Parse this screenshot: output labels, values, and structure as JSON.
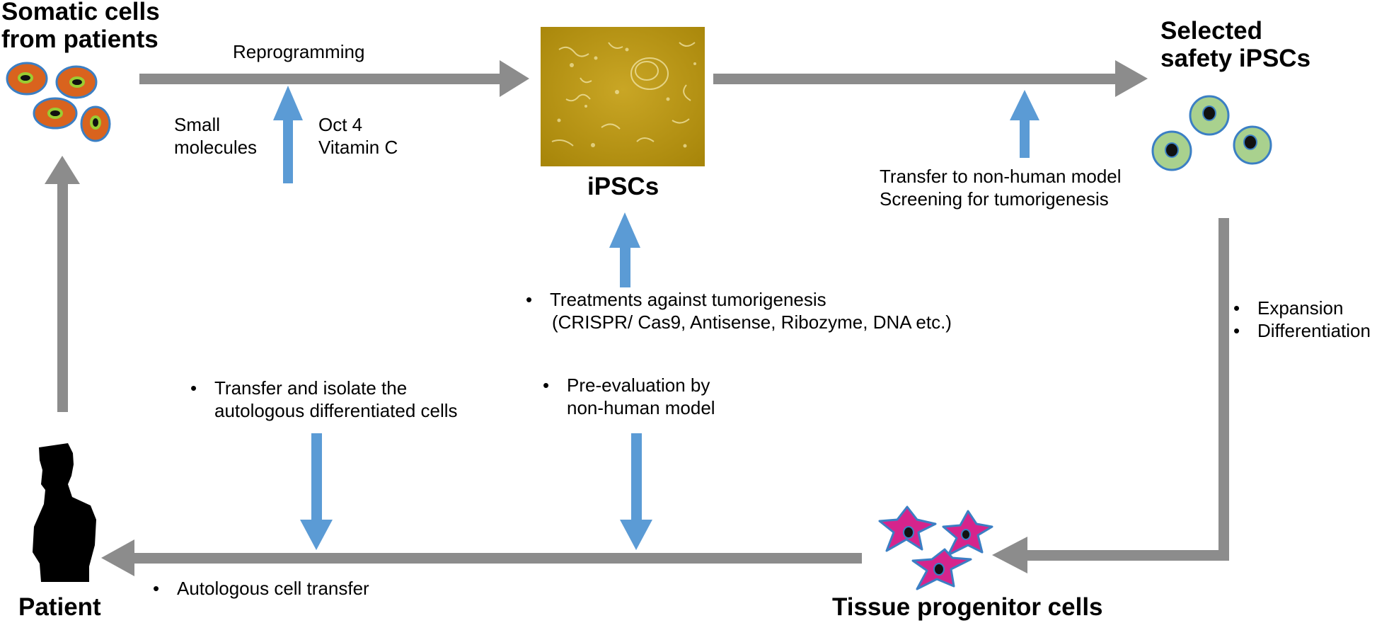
{
  "nodes": {
    "somatic": {
      "line1": "Somatic cells",
      "line2": "from patients"
    },
    "ipscs": {
      "label": "iPSCs"
    },
    "selected": {
      "line1": "Selected",
      "line2": "safety iPSCs"
    },
    "tissue": {
      "label": "Tissue progenitor cells"
    },
    "patient": {
      "label": "Patient"
    }
  },
  "labels": {
    "reprogramming": "Reprogramming",
    "small_molecules": {
      "line1": "Small",
      "line2": "molecules"
    },
    "factors": {
      "line1": "Oct 4",
      "line2": "Vitamin C"
    },
    "screening": {
      "line1": "Transfer to non-human model",
      "line2": "Screening for tumorigenesis"
    },
    "treatments": {
      "line1": "Treatments against tumorigenesis",
      "line2": "(CRISPR/ Cas9, Antisense, Ribozyme, DNA etc.)"
    },
    "expansion": "Expansion",
    "differentiation": "Differentiation",
    "transfer_isolate": {
      "line1": "Transfer and isolate the",
      "line2": "autologous differentiated cells"
    },
    "pre_evaluation": {
      "line1": "Pre-evaluation by",
      "line2": "non-human model"
    },
    "autologous_transfer": "Autologous cell transfer"
  },
  "colors": {
    "gray_arrow": "#8c8c8c",
    "blue_arrow": "#5b9bd5",
    "somatic_cell": "#d9631e",
    "safety_cell": "#a9d18e",
    "progenitor_cell": "#d6248c",
    "ipsc_culture": "#b8960f"
  }
}
